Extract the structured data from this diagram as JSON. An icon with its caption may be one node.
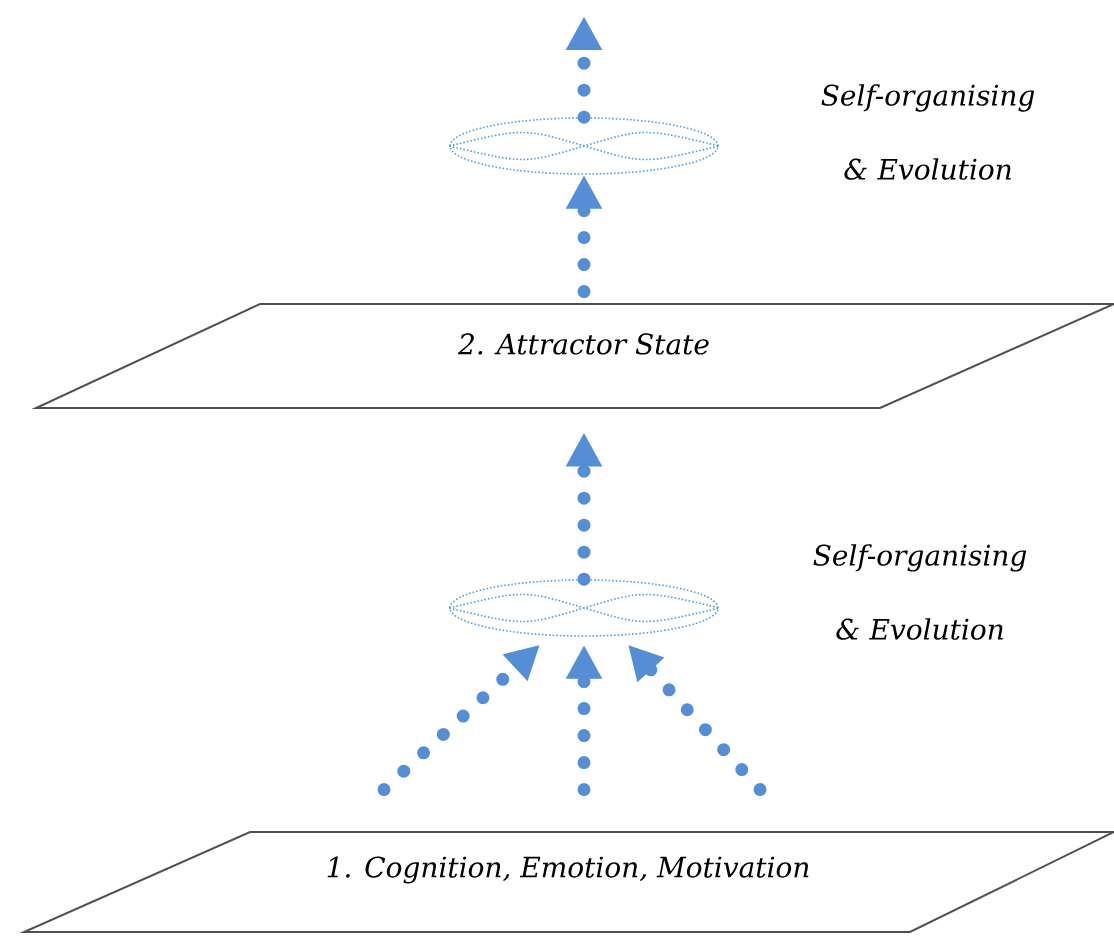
{
  "diagram": {
    "nodes": [
      {
        "text": [
          "2. Attractor State"
        ]
      },
      {
        "text": [
          "1. Cognition, Emotion, Motivation"
        ]
      },
      {
        "text": [],
        "shape": "ellipse"
      },
      {
        "text": [],
        "shape": "ellipse"
      }
    ],
    "edges": [
      {
        "from": 0,
        "to": 2,
        "arrow": "to"
      },
      {
        "from": 2,
        "to": null,
        "arrow": "to"
      },
      {
        "from": 1,
        "to": 3,
        "arrow": "to"
      },
      {
        "from": 1,
        "to": 3,
        "arrow": "to"
      },
      {
        "from": 1,
        "to": 3,
        "arrow": "to"
      },
      {
        "from": 3,
        "to": 0,
        "arrow": "to"
      }
    ],
    "labels": [
      "Self-organising & Evolution",
      "Self-organising & Evolution"
    ]
  }
}
